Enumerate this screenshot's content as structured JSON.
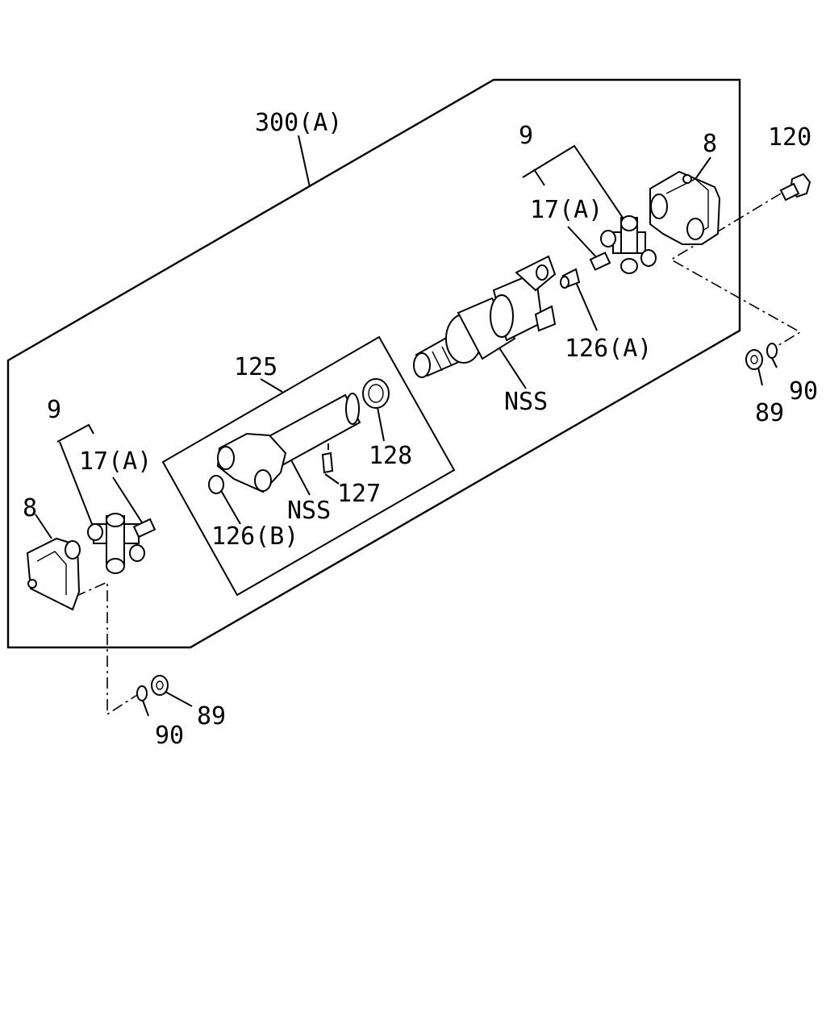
{
  "labels": {
    "assembly": "300(A)",
    "u_joint_kit_right": "9",
    "u_joint_kit_left": "9",
    "flange_yoke_right": "8",
    "flange_yoke_left": "8",
    "bolt": "120",
    "grease_fitting_right": "17(A)",
    "grease_fitting_left": "17(A)",
    "dust_plug_a": "126(A)",
    "dust_plug_b": "126(B)",
    "slip_yoke_group": "125",
    "seal": "128",
    "grease_nipple": "127",
    "nss_shaft": "NSS",
    "nss_slip_yoke": "NSS",
    "nut_right": "89",
    "washer_right": "90",
    "nut_left": "89",
    "washer_left": "90"
  }
}
